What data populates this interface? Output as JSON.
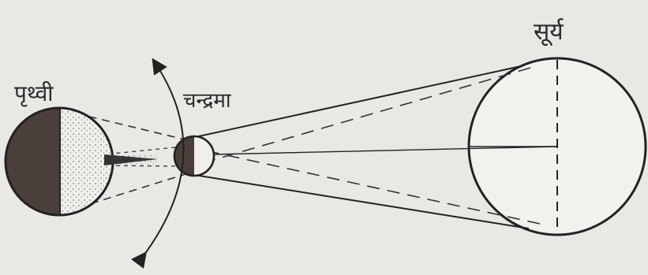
{
  "labels": {
    "earth": "पृथ्वी",
    "moon": "चन्द्रमा",
    "sun": "सूर्य"
  },
  "colors": {
    "background": "#e9e8e4",
    "ink": "#222222",
    "shadow_fill": "#4a3f3a"
  }
}
